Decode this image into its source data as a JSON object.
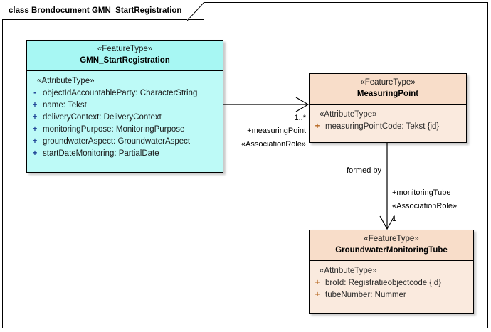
{
  "frame": {
    "title": "class Brondocument GMN_StartRegistration"
  },
  "colors": {
    "class_fill_primary": "#bdfaf7",
    "class_fill_secondary": "#faeade",
    "border": "#000000",
    "visibility_public": "#1c3f94",
    "canvas": "#ffffff"
  },
  "classes": [
    {
      "id": "gmn-start-registration",
      "stereotype": "«FeatureType»",
      "name": "GMN_StartRegistration",
      "attribute_stereotype": "«AttributeType»",
      "attributes": [
        {
          "visibility": "-",
          "text": "objectIdAccountableParty: CharacterString"
        },
        {
          "visibility": "+",
          "text": "name: Tekst"
        },
        {
          "visibility": "+",
          "text": "deliveryContext: DeliveryContext"
        },
        {
          "visibility": "+",
          "text": "monitoringPurpose: MonitoringPurpose"
        },
        {
          "visibility": "+",
          "text": "groundwaterAspect: GroundwaterAspect"
        },
        {
          "visibility": "+",
          "text": "startDateMonitoring: PartialDate"
        }
      ]
    },
    {
      "id": "measuring-point",
      "stereotype": "«FeatureType»",
      "name": "MeasuringPoint",
      "attribute_stereotype": "«AttributeType»",
      "attributes": [
        {
          "visibility": "+",
          "text": "measuringPointCode: Tekst {id}"
        }
      ]
    },
    {
      "id": "groundwater-monitoring-tube",
      "stereotype": "«FeatureType»",
      "name": "GroundwaterMonitoringTube",
      "attribute_stereotype": "«AttributeType»",
      "attributes": [
        {
          "visibility": "+",
          "text": "broId: Registratieobjectcode {id}"
        },
        {
          "visibility": "+",
          "text": "tubeNumber: Nummer"
        }
      ]
    }
  ],
  "associations": [
    {
      "id": "assoc-measuringpoint",
      "from": "gmn-start-registration",
      "to": "measuring-point",
      "multiplicity": "1..*",
      "role": "+measuringPoint",
      "role_stereotype": "«AssociationRole»",
      "name": ""
    },
    {
      "id": "assoc-monitoringtube",
      "from": "measuring-point",
      "to": "groundwater-monitoring-tube",
      "multiplicity": "1",
      "role": "+monitoringTube",
      "role_stereotype": "«AssociationRole»",
      "name": "formed by"
    }
  ]
}
